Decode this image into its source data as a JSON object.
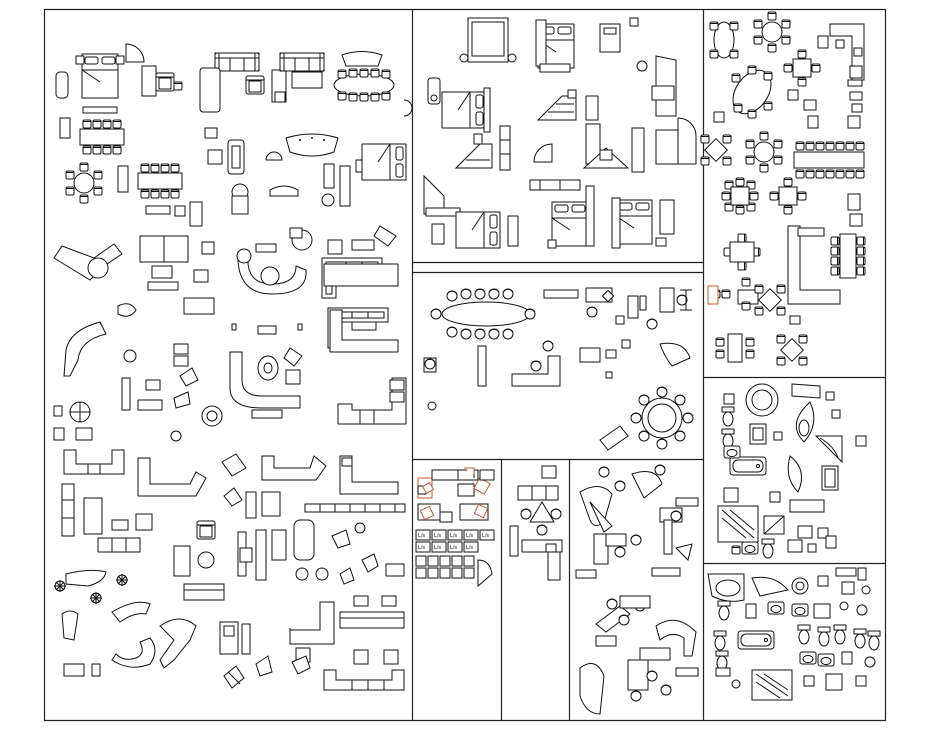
{
  "drawing": {
    "line_color": "#111111",
    "background": "#ffffff",
    "accent_color": "#c75a2a",
    "panels": [
      {
        "name": "living-and-bedroom-furniture-panel"
      },
      {
        "name": "bedroom-furniture-panel"
      },
      {
        "name": "dining-sets-panel"
      },
      {
        "name": "office-conference-panel"
      },
      {
        "name": "workstation-blocks-panel"
      },
      {
        "name": "reception-panel"
      },
      {
        "name": "office-desks-panel"
      },
      {
        "name": "bath-fixtures-panel"
      },
      {
        "name": "toilet-fixtures-panel"
      }
    ],
    "tiny_labels": [
      "L/s",
      "L/s",
      "L/s",
      "L/s",
      "L/s",
      "L/s",
      "L/s",
      "L/s",
      "L/s"
    ]
  }
}
